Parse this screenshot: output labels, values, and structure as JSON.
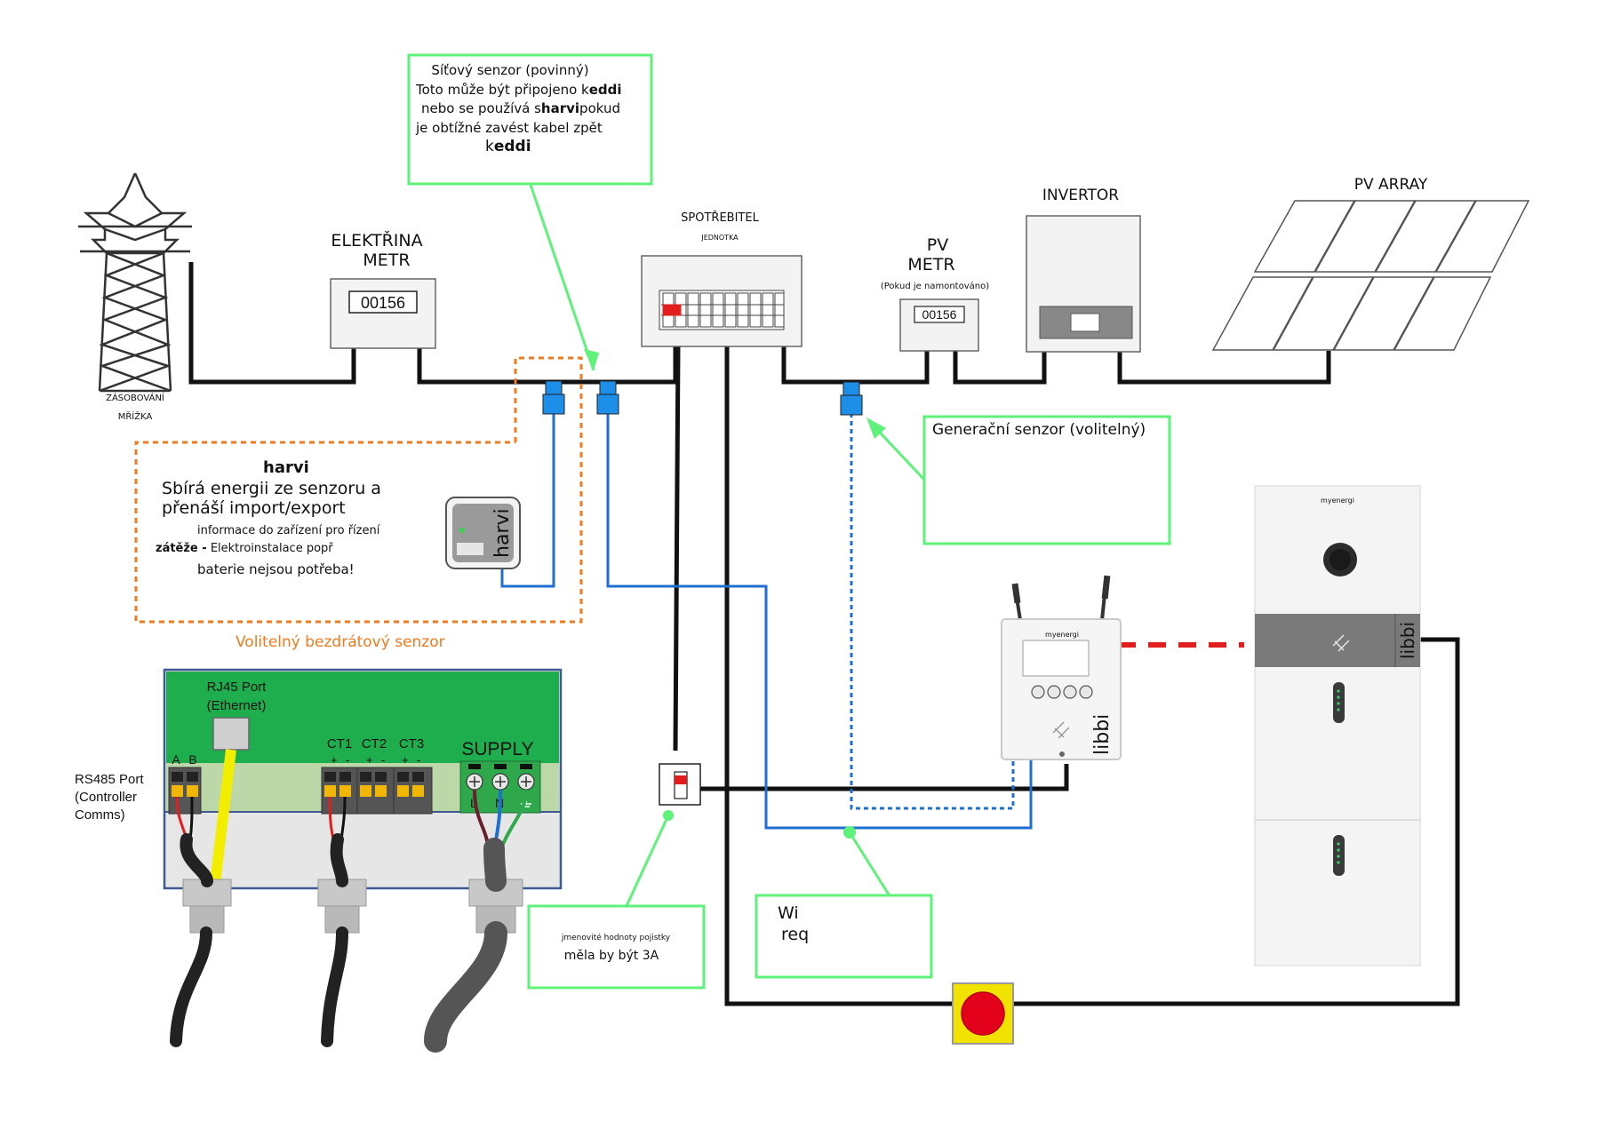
{
  "labels": {
    "grid_supply_1": "ZÁSOBOVÁNÍ",
    "grid_supply_2": "MŘÍŽKA",
    "electricity_meter_1": "ELEKTŘINA",
    "electricity_meter_2": "METR",
    "meter_reading": "00156",
    "consumer_unit_1": "SPOTŘEBITEL",
    "consumer_unit_2": "JEDNOTKA",
    "pv_meter_1": "PV",
    "pv_meter_2": "METR",
    "pv_meter_note": "(Pokud je namontováno)",
    "pv_meter_reading": "00156",
    "inverter": "INVERTOR",
    "pv_array": "PV ARRAY"
  },
  "grid_sensor_note": {
    "line1": "Síťový senzor (povinný)",
    "line2_pre": "Toto může být připojeno k",
    "line2_bold": "eddi",
    "line3_pre": "nebo se používá s",
    "line3_bold": "harvi",
    "line3_post": "pokud",
    "line4": "je obtížné zavést kabel zpět",
    "line5_pre": "k",
    "line5_bold": "eddi"
  },
  "harvi_note": {
    "title": "harvi",
    "line1": "Sbírá energii ze senzoru a",
    "line2": "přenáší import/export",
    "line3": "informace do zařízení pro řízení",
    "line4_bold": "zátěže -",
    "line4_rest": " Elektroinstalace popř",
    "line5": "baterie nejsou potřeba!",
    "device_label": "harvi",
    "caption": "Volitelný bezdrátový senzor"
  },
  "generation_sensor_note": "Generační senzor (volitelný)",
  "fuse_note": {
    "line1": "jmenovité hodnoty pojistky",
    "line2": "měla by být 3A"
  },
  "wifi_note": {
    "line1": "Wi",
    "line2": "req"
  },
  "terminal_board": {
    "rj45_1": "RJ45 Port",
    "rj45_2": "(Ethernet)",
    "ab_a": "A",
    "ab_b": "B",
    "rs485_1": "RS485 Port",
    "rs485_2": "(Controller",
    "rs485_3": "Comms)",
    "ct1": "CT1",
    "ct2": "CT2",
    "ct3": "CT3",
    "supply": "SUPPLY",
    "plus": "+",
    "minus": "-",
    "l": "L",
    "n": "N"
  },
  "hub": {
    "brand": "myenergi",
    "name": "libbi"
  },
  "battery": {
    "brand": "myenergi",
    "name": "libbi"
  },
  "colors": {
    "green_callout": "#5ef27a",
    "orange_dashed": "#f07a1e",
    "blue_wire": "#1f6fd1",
    "sensor_blue": "#1e8fe8",
    "terminal_green": "#1fae4e",
    "red_dashed": "#e11d1d",
    "stop_red": "#e3001b",
    "stop_yellow": "#f2e200"
  }
}
